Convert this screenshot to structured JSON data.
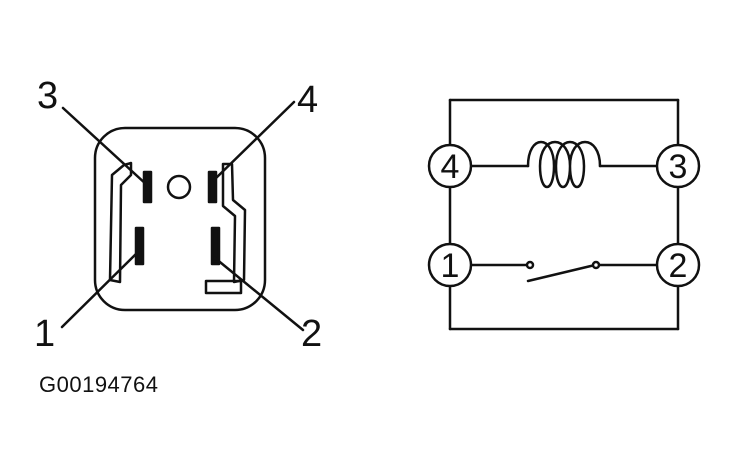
{
  "connector": {
    "labels": {
      "top_left": "3",
      "top_right": "4",
      "bottom_left": "1",
      "bottom_right": "2"
    }
  },
  "schematic": {
    "terminals": {
      "upper_left": "4",
      "upper_right": "3",
      "lower_left": "1",
      "lower_right": "2"
    }
  },
  "figure_id": "G00194764",
  "colors": {
    "line": "#111111",
    "background": "#ffffff"
  }
}
